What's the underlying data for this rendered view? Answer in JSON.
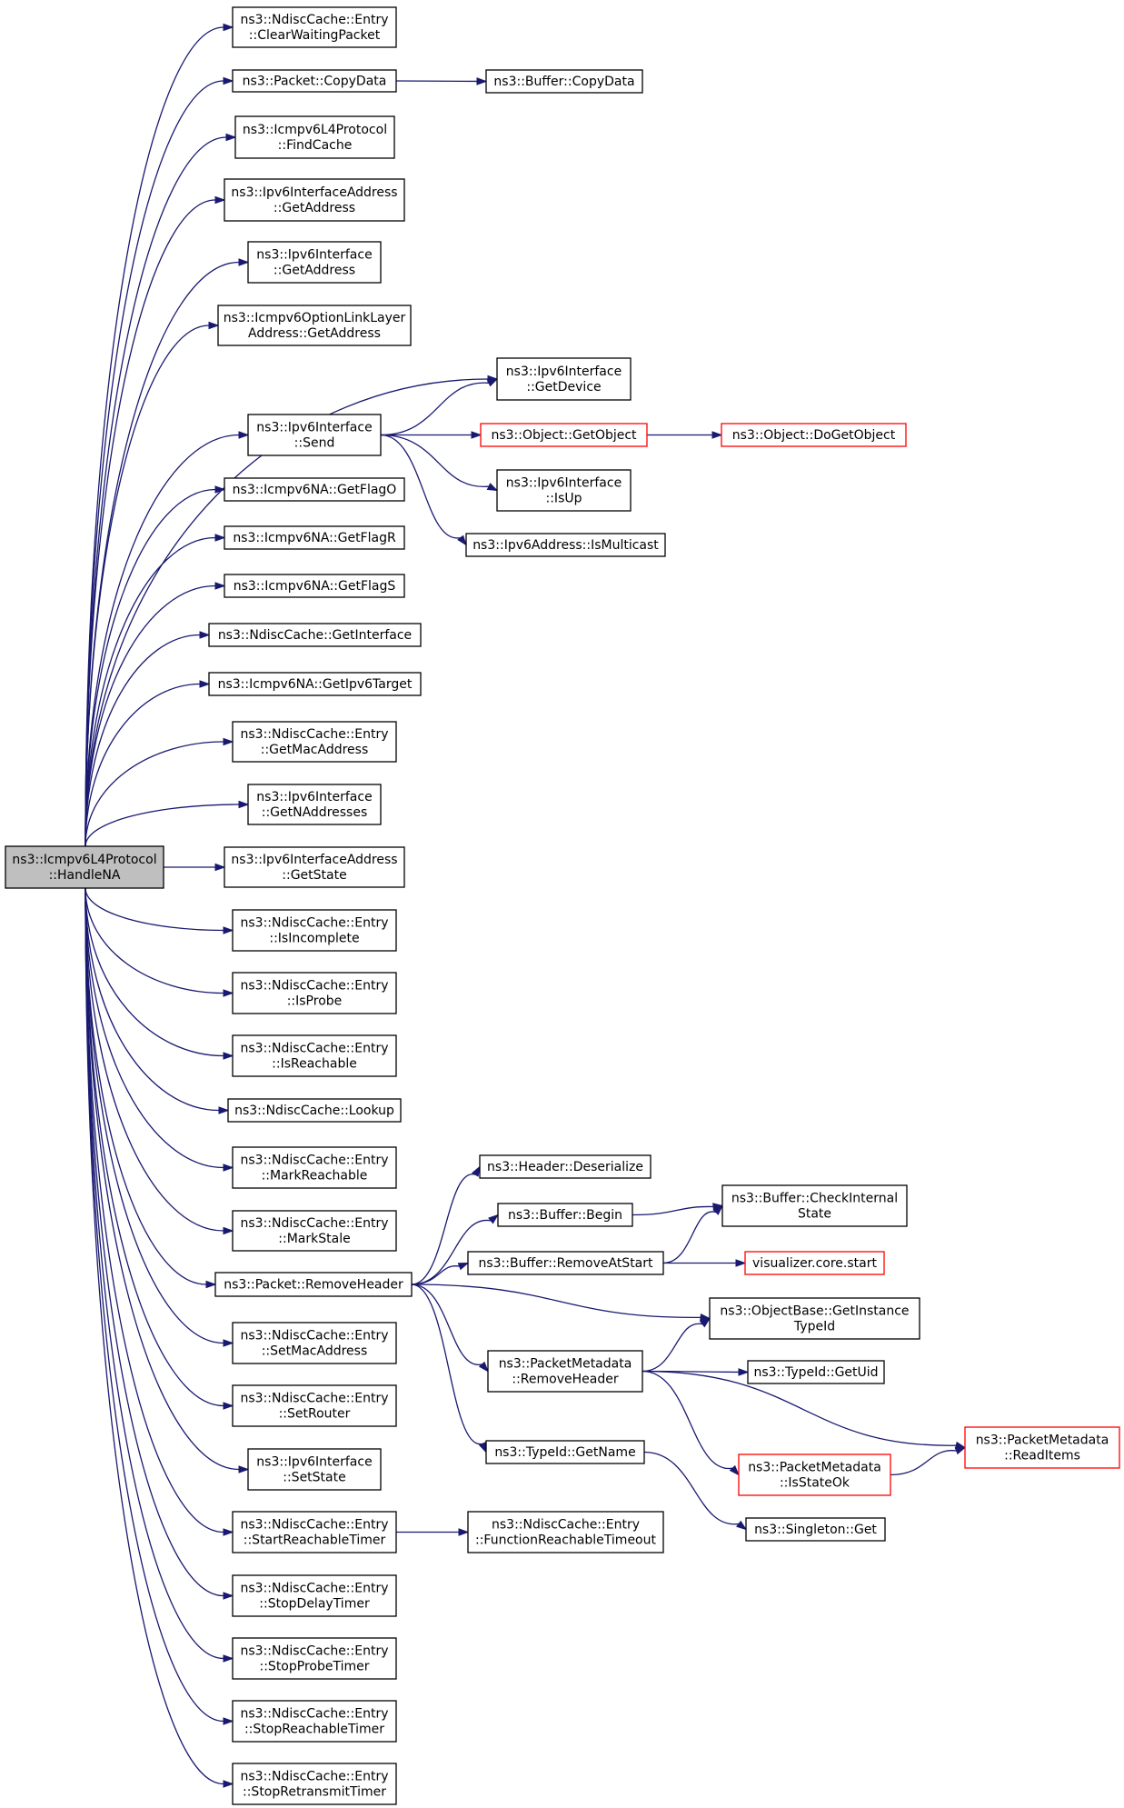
{
  "diagram": {
    "nodes": [
      {
        "id": "root",
        "lines": [
          "ns3::Icmpv6L4Protocol",
          "::HandleNA"
        ],
        "style": "root"
      },
      {
        "id": "clearwaiting",
        "lines": [
          "ns3::NdiscCache::Entry",
          "::ClearWaitingPacket"
        ]
      },
      {
        "id": "copydata_pkt",
        "lines": [
          "ns3::Packet::CopyData"
        ]
      },
      {
        "id": "copydata_buf",
        "lines": [
          "ns3::Buffer::CopyData"
        ]
      },
      {
        "id": "findcache",
        "lines": [
          "ns3::Icmpv6L4Protocol",
          "::FindCache"
        ]
      },
      {
        "id": "ifaddr_getaddress",
        "lines": [
          "ns3::Ipv6InterfaceAddress",
          "::GetAddress"
        ]
      },
      {
        "id": "iface_getaddress",
        "lines": [
          "ns3::Ipv6Interface",
          "::GetAddress"
        ]
      },
      {
        "id": "linklayer_getaddress",
        "lines": [
          "ns3::Icmpv6OptionLinkLayer",
          "Address::GetAddress"
        ]
      },
      {
        "id": "getdevice",
        "lines": [
          "ns3::Ipv6Interface",
          "::GetDevice"
        ]
      },
      {
        "id": "send",
        "lines": [
          "ns3::Ipv6Interface",
          "::Send"
        ]
      },
      {
        "id": "getobject",
        "lines": [
          "ns3::Object::GetObject"
        ],
        "style": "red"
      },
      {
        "id": "dogetobject",
        "lines": [
          "ns3::Object::DoGetObject"
        ],
        "style": "red"
      },
      {
        "id": "isup",
        "lines": [
          "ns3::Ipv6Interface",
          "::IsUp"
        ]
      },
      {
        "id": "ismulticast",
        "lines": [
          "ns3::Ipv6Address::IsMulticast"
        ]
      },
      {
        "id": "getflago",
        "lines": [
          "ns3::Icmpv6NA::GetFlagO"
        ]
      },
      {
        "id": "getflagr",
        "lines": [
          "ns3::Icmpv6NA::GetFlagR"
        ]
      },
      {
        "id": "getflags",
        "lines": [
          "ns3::Icmpv6NA::GetFlagS"
        ]
      },
      {
        "id": "getinterface",
        "lines": [
          "ns3::NdiscCache::GetInterface"
        ]
      },
      {
        "id": "getipv6target",
        "lines": [
          "ns3::Icmpv6NA::GetIpv6Target"
        ]
      },
      {
        "id": "getmacaddress",
        "lines": [
          "ns3::NdiscCache::Entry",
          "::GetMacAddress"
        ]
      },
      {
        "id": "getnaddresses",
        "lines": [
          "ns3::Ipv6Interface",
          "::GetNAddresses"
        ]
      },
      {
        "id": "getstate",
        "lines": [
          "ns3::Ipv6InterfaceAddress",
          "::GetState"
        ]
      },
      {
        "id": "isincomplete",
        "lines": [
          "ns3::NdiscCache::Entry",
          "::IsIncomplete"
        ]
      },
      {
        "id": "isprobe",
        "lines": [
          "ns3::NdiscCache::Entry",
          "::IsProbe"
        ]
      },
      {
        "id": "isreachable",
        "lines": [
          "ns3::NdiscCache::Entry",
          "::IsReachable"
        ]
      },
      {
        "id": "lookup",
        "lines": [
          "ns3::NdiscCache::Lookup"
        ]
      },
      {
        "id": "markreachable",
        "lines": [
          "ns3::NdiscCache::Entry",
          "::MarkReachable"
        ]
      },
      {
        "id": "markstale",
        "lines": [
          "ns3::NdiscCache::Entry",
          "::MarkStale"
        ]
      },
      {
        "id": "removeheader",
        "lines": [
          "ns3::Packet::RemoveHeader"
        ]
      },
      {
        "id": "deserialize",
        "lines": [
          "ns3::Header::Deserialize"
        ]
      },
      {
        "id": "buf_begin",
        "lines": [
          "ns3::Buffer::Begin"
        ]
      },
      {
        "id": "checkinternal",
        "lines": [
          "ns3::Buffer::CheckInternal",
          "State"
        ]
      },
      {
        "id": "removeatstart",
        "lines": [
          "ns3::Buffer::RemoveAtStart"
        ]
      },
      {
        "id": "viscorestart",
        "lines": [
          "visualizer.core.start"
        ],
        "style": "red"
      },
      {
        "id": "getinstancetypeid",
        "lines": [
          "ns3::ObjectBase::GetInstance",
          "TypeId"
        ]
      },
      {
        "id": "pm_removeheader",
        "lines": [
          "ns3::PacketMetadata",
          "::RemoveHeader"
        ]
      },
      {
        "id": "getuid",
        "lines": [
          "ns3::TypeId::GetUid"
        ]
      },
      {
        "id": "readitems",
        "lines": [
          "ns3::PacketMetadata",
          "::ReadItems"
        ],
        "style": "red"
      },
      {
        "id": "isstateok",
        "lines": [
          "ns3::PacketMetadata",
          "::IsStateOk"
        ],
        "style": "red"
      },
      {
        "id": "getname",
        "lines": [
          "ns3::TypeId::GetName"
        ]
      },
      {
        "id": "singleton_get",
        "lines": [
          "ns3::Singleton::Get"
        ]
      },
      {
        "id": "setmacaddress",
        "lines": [
          "ns3::NdiscCache::Entry",
          "::SetMacAddress"
        ]
      },
      {
        "id": "setrouter",
        "lines": [
          "ns3::NdiscCache::Entry",
          "::SetRouter"
        ]
      },
      {
        "id": "setstate",
        "lines": [
          "ns3::Ipv6Interface",
          "::SetState"
        ]
      },
      {
        "id": "startreachable",
        "lines": [
          "ns3::NdiscCache::Entry",
          "::StartReachableTimer"
        ]
      },
      {
        "id": "functionreachable",
        "lines": [
          "ns3::NdiscCache::Entry",
          "::FunctionReachableTimeout"
        ]
      },
      {
        "id": "stopdelay",
        "lines": [
          "ns3::NdiscCache::Entry",
          "::StopDelayTimer"
        ]
      },
      {
        "id": "stopprobe",
        "lines": [
          "ns3::NdiscCache::Entry",
          "::StopProbeTimer"
        ]
      },
      {
        "id": "stopreachable",
        "lines": [
          "ns3::NdiscCache::Entry",
          "::StopReachableTimer"
        ]
      },
      {
        "id": "stopretransmit",
        "lines": [
          "ns3::NdiscCache::Entry",
          "::StopRetransmitTimer"
        ]
      }
    ],
    "edges": [
      [
        "root",
        "clearwaiting"
      ],
      [
        "root",
        "copydata_pkt"
      ],
      [
        "root",
        "findcache"
      ],
      [
        "root",
        "ifaddr_getaddress"
      ],
      [
        "root",
        "iface_getaddress"
      ],
      [
        "root",
        "linklayer_getaddress"
      ],
      [
        "root",
        "getdevice"
      ],
      [
        "root",
        "send"
      ],
      [
        "root",
        "getflago"
      ],
      [
        "root",
        "getflagr"
      ],
      [
        "root",
        "getflags"
      ],
      [
        "root",
        "getinterface"
      ],
      [
        "root",
        "getipv6target"
      ],
      [
        "root",
        "getmacaddress"
      ],
      [
        "root",
        "getnaddresses"
      ],
      [
        "root",
        "getstate"
      ],
      [
        "root",
        "isincomplete"
      ],
      [
        "root",
        "isprobe"
      ],
      [
        "root",
        "isreachable"
      ],
      [
        "root",
        "lookup"
      ],
      [
        "root",
        "markreachable"
      ],
      [
        "root",
        "markstale"
      ],
      [
        "root",
        "removeheader"
      ],
      [
        "root",
        "setmacaddress"
      ],
      [
        "root",
        "setrouter"
      ],
      [
        "root",
        "setstate"
      ],
      [
        "root",
        "startreachable"
      ],
      [
        "root",
        "stopdelay"
      ],
      [
        "root",
        "stopprobe"
      ],
      [
        "root",
        "stopreachable"
      ],
      [
        "root",
        "stopretransmit"
      ],
      [
        "copydata_pkt",
        "copydata_buf"
      ],
      [
        "send",
        "getdevice"
      ],
      [
        "send",
        "getobject"
      ],
      [
        "send",
        "isup"
      ],
      [
        "send",
        "ismulticast"
      ],
      [
        "getobject",
        "dogetobject"
      ],
      [
        "removeheader",
        "deserialize"
      ],
      [
        "removeheader",
        "buf_begin"
      ],
      [
        "removeheader",
        "removeatstart"
      ],
      [
        "removeheader",
        "getinstancetypeid"
      ],
      [
        "removeheader",
        "pm_removeheader"
      ],
      [
        "removeheader",
        "getname"
      ],
      [
        "buf_begin",
        "checkinternal"
      ],
      [
        "removeatstart",
        "checkinternal"
      ],
      [
        "removeatstart",
        "viscorestart"
      ],
      [
        "pm_removeheader",
        "getinstancetypeid"
      ],
      [
        "pm_removeheader",
        "getuid"
      ],
      [
        "pm_removeheader",
        "readitems"
      ],
      [
        "pm_removeheader",
        "isstateok"
      ],
      [
        "isstateok",
        "readitems"
      ],
      [
        "getname",
        "singleton_get"
      ],
      [
        "startreachable",
        "functionreachable"
      ]
    ]
  }
}
